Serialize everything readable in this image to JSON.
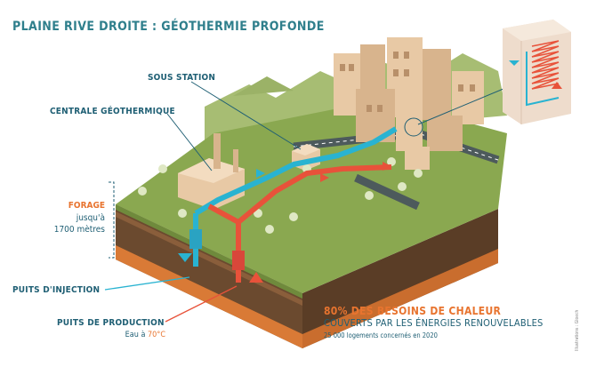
{
  "title": "PLAINE RIVE DROITE : GÉOTHERMIE PROFONDE",
  "labels": {
    "sous_station": "SOUS STATION",
    "centrale": "CENTRALE GÉOTHERMIQUE",
    "forage_title": "FORAGE",
    "forage_line1": "jusqu'à",
    "forage_line2": "1700 mètres",
    "puits_injection": "PUITS D'INJECTION",
    "puits_production": "PUITS DE PRODUCTION",
    "production_sub_prefix": "Eau à ",
    "production_temp": "70°C"
  },
  "stat": {
    "line1": "80% DES BESOINS DE CHALEUR",
    "line2": "COUVERTS PAR LES ÉNERGIES RENOUVELABLES",
    "line3": "25 000 logements concernés en 2020"
  },
  "credit": "Illustrations : Gloech",
  "colors": {
    "title": "#2f7f8c",
    "label": "#1f5f74",
    "accent_orange": "#e8742f",
    "hot_pipe": "#e8523a",
    "cold_pipe": "#29b3d1",
    "grass": "#8aa850",
    "soil_brown": "#6b4a2f",
    "soil_orange": "#d97a36",
    "building": "#e8c9a5"
  }
}
